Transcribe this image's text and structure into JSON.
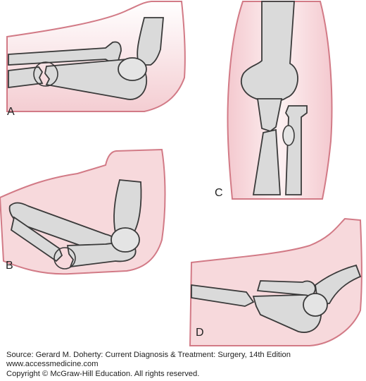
{
  "panels": {
    "a": {
      "label": "A"
    },
    "b": {
      "label": "B"
    },
    "c": {
      "label": "C"
    },
    "d": {
      "label": "D"
    }
  },
  "caption": {
    "source": "Source: Gerard M. Doherty: Current Diagnosis & Treatment: Surgery, 14th Edition",
    "website": "www.accessmedicine.com",
    "copyright": "Copyright © McGraw-Hill Education. All rights reserved."
  },
  "colors": {
    "skin": "#f6d6d9",
    "skin_outline": "#d27a86",
    "bone": "#dadada",
    "bone_outline": "#3a3a3a",
    "highlight": "#ffffff"
  },
  "icons": {
    "fracture_marker": "circle-outline"
  }
}
